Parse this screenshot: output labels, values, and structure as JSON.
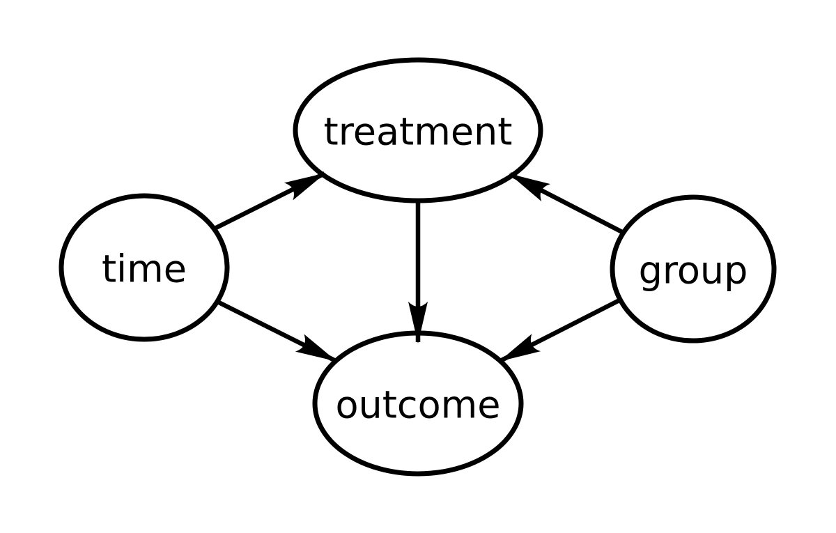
{
  "diagram": {
    "type": "causal-dag",
    "background_color": "#ffffff",
    "stroke_color": "#000000",
    "nodes": [
      {
        "id": "treatment",
        "label": "treatment"
      },
      {
        "id": "time",
        "label": "time"
      },
      {
        "id": "group",
        "label": "group"
      },
      {
        "id": "outcome",
        "label": "outcome"
      }
    ],
    "edges": [
      {
        "from": "time",
        "to": "treatment"
      },
      {
        "from": "time",
        "to": "outcome"
      },
      {
        "from": "group",
        "to": "treatment"
      },
      {
        "from": "group",
        "to": "outcome"
      },
      {
        "from": "treatment",
        "to": "outcome"
      }
    ]
  }
}
